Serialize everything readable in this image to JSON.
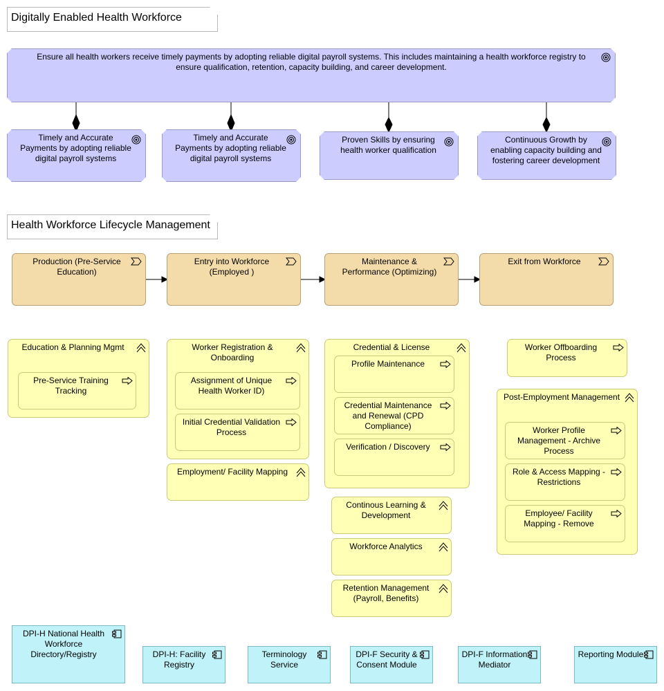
{
  "groups": {
    "digital": "Digitally Enabled Health Workforce",
    "lifecycle": "Health Workforce Lifecycle Management"
  },
  "main_goal": "Ensure all health workers receive timely payments by adopting reliable digital payroll systems. This includes maintaining a health workforce registry to ensure qualification, retention, capacity building, and career development.",
  "goals": [
    "Timely and Accurate Payments by adopting reliable digital payroll systems",
    "Timely and Accurate Payments by adopting reliable digital payroll systems",
    "Proven Skills by ensuring health worker qualification",
    "Continuous Growth by enabling capacity building and fostering career development"
  ],
  "stages": [
    "Production (Pre-Service Education)",
    "Entry into Workforce (Employed )",
    "Maintenance & Performance (Optimizing)",
    "Exit from Workforce"
  ],
  "capabilities": {
    "education": {
      "label": "Education & Planning Mgmt",
      "processes": [
        "Pre-Service Training Tracking"
      ]
    },
    "registration": {
      "label": "Worker Registration & Onboarding",
      "processes": [
        "Assignment of Unique Health Worker ID)",
        "Initial Credential Validation Process"
      ]
    },
    "employment": {
      "label": "Employment/ Facility Mapping"
    },
    "credential": {
      "label": "Credential & License",
      "processes": [
        "Profile Maintenance",
        "Credential Maintenance and Renewal (CPD Compliance)",
        "Verification / Discovery"
      ]
    },
    "learning": {
      "label": "Continous Learning & Development"
    },
    "analytics": {
      "label": "Workforce Analytics"
    },
    "retention": {
      "label": "Retention Management (Payroll, Benefits)"
    },
    "offboarding": {
      "label": "Worker Offboarding Process"
    },
    "post_employment": {
      "label": "Post-Employment Management",
      "processes": [
        "Worker Profile Management - Archive Process",
        "Role & Access Mapping - Restrictions",
        "Employee/ Facility Mapping - Remove"
      ]
    }
  },
  "applications": [
    "DPI-H National Health Workforce Directory/Registry",
    "DPI-H: Facility Registry",
    "Terminology Service",
    "DPI-F Security & Consent Module",
    "DPI-F Information Mediator",
    "Reporting Module"
  ],
  "icons": {
    "goal": "target-icon",
    "stage": "value-stream-icon",
    "capability": "capability-icon",
    "process": "process-arrow-icon",
    "application": "application-component-icon"
  },
  "colors": {
    "goal": "#ccccff",
    "stage": "#f4dcaa",
    "capability": "#ffffb5",
    "application": "#bff3f9"
  }
}
